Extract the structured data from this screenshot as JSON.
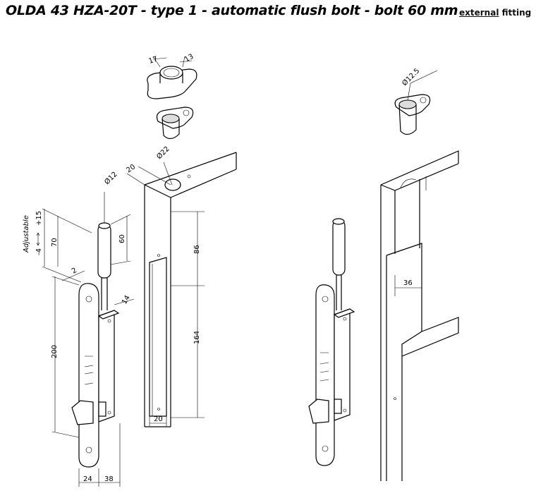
{
  "title": "OLDA 43 HZA-20T -  type 1 - automatic flush bolt - bolt 60 mm",
  "fitting": {
    "emphasis": "external",
    "rest": "fitting"
  },
  "dimensions": {
    "strike_width": "17",
    "strike_depth": "13",
    "hole_diameter": "Ø22",
    "frame_offset": "20",
    "bolt_diameter": "Ø12",
    "adjustable_label": "Adjustable",
    "adjust_minus": "-4",
    "adjust_plus": "+15",
    "total_travel": "70",
    "bolt_length": "60",
    "plate_thickness": "2",
    "body_width": "14",
    "upper_cut": "86",
    "lower_cut": "164",
    "plate_height": "200",
    "cut_width": "20",
    "plate_width": "24",
    "body_depth": "38",
    "strike_diameter": "Ø12.5",
    "groove_width": "36"
  }
}
